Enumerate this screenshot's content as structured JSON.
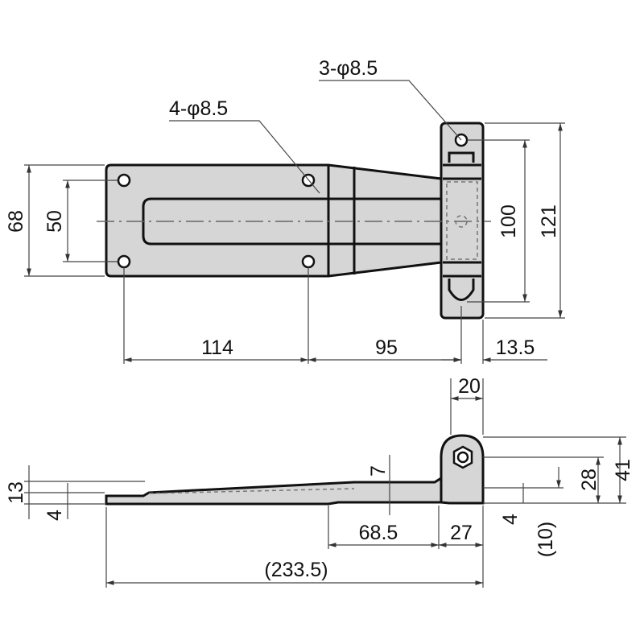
{
  "top_view": {
    "callout_plate_holes": "4-φ8.5",
    "callout_leaf_holes": "3-φ8.5",
    "dim_plate_width": "68",
    "dim_hole_pitch_v": "50",
    "dim_leaf_hole_pitch": "100",
    "dim_leaf_height": "121",
    "dim_hole_pitch_h": "114",
    "dim_to_pin": "95",
    "dim_pin_to_edge": "13.5"
  },
  "side_view": {
    "dim_knuckle_width": "20",
    "dim_total_height": "41",
    "dim_pin_height": "28",
    "dim_step": "7",
    "dim_plate_rise": "13",
    "dim_plate_thickness": "4",
    "dim_taper_length": "68.5",
    "dim_leaf_length": "27",
    "dim_leaf_thickness": "4",
    "dim_ref_10": "(10)",
    "dim_total_length": "(233.5)"
  }
}
